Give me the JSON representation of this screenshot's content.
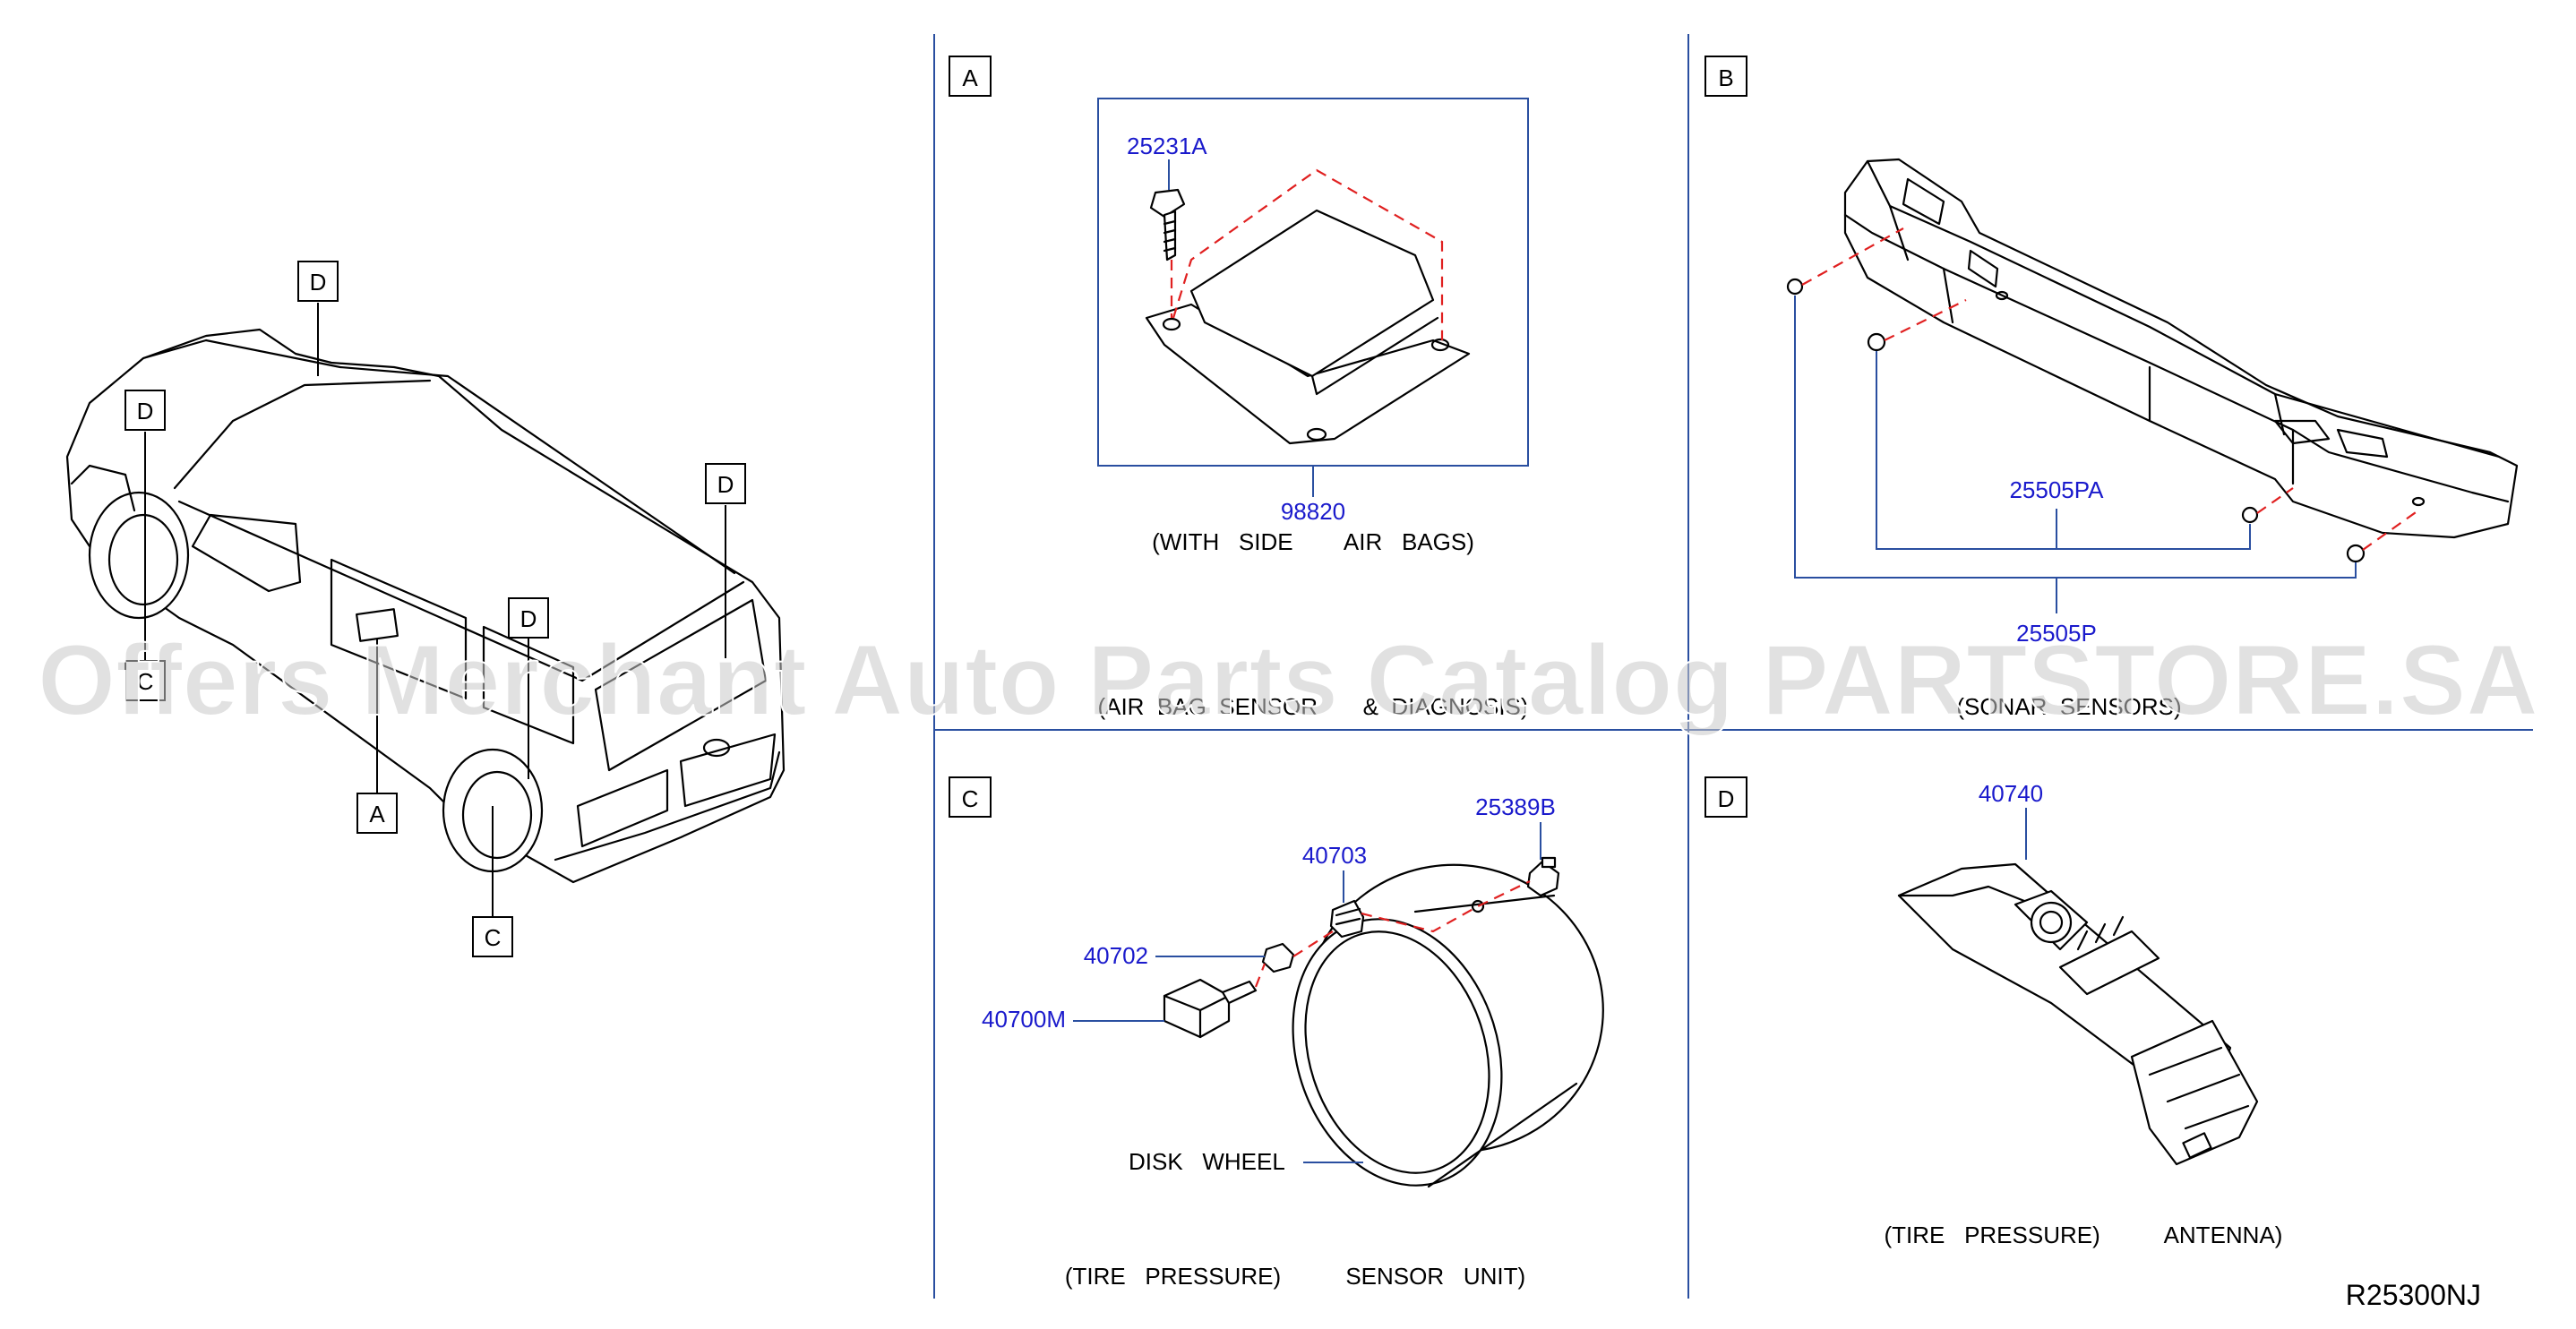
{
  "callouts": {
    "a": "A",
    "b": "B",
    "c": "C",
    "d": "D"
  },
  "section_a": {
    "parts": {
      "bolt": "25231A",
      "unit": "98820"
    },
    "note": "(WITH   SIDE        AIR   BAGS)",
    "caption": "(AIR  BAG  SENSOR       &  DIAGNOSIS)"
  },
  "section_b": {
    "parts": {
      "sensor_pa": "25505PA",
      "sensor_p": "25505P"
    },
    "caption": "(SONAR  SENSORS)"
  },
  "section_c": {
    "parts": {
      "valve_cap": "25389B",
      "nut": "40703",
      "grommet": "40702",
      "sensor": "40700M"
    },
    "wheel_label": "DISK   WHEEL",
    "caption": "(TIRE   PRESSURE)          SENSOR   UNIT)"
  },
  "section_d": {
    "parts": {
      "antenna": "40740"
    },
    "caption": "(TIRE   PRESSURE)          ANTENNA)"
  },
  "drawing_ref": "R25300NJ",
  "watermark": "Offers Merchant Auto Parts Catalog PARTSTORE.SA",
  "colors": {
    "divider": "#2a4fa0",
    "part_number": "#1a1acc",
    "dashed_guide": "#e02020"
  }
}
